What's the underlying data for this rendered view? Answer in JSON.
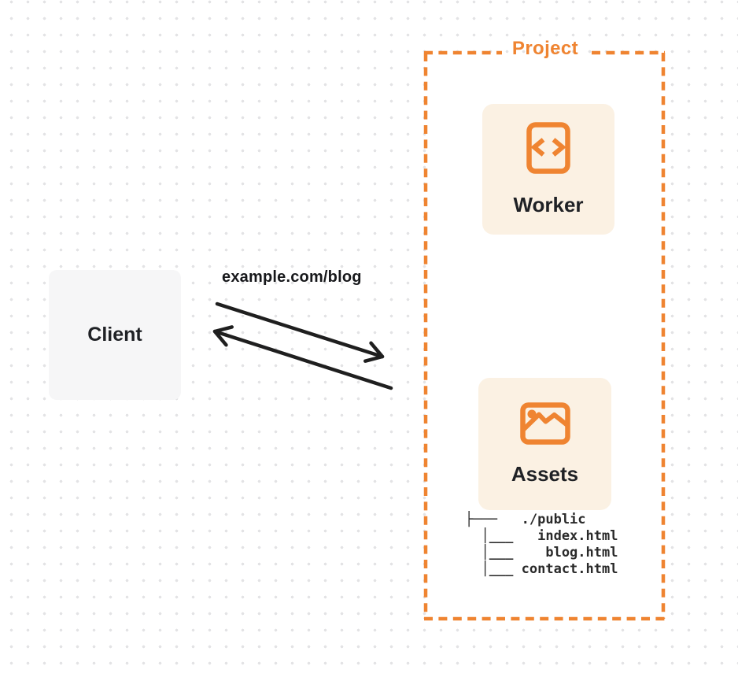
{
  "colors": {
    "accent": "#EF8431",
    "card_bg": "#FBF1E3",
    "client_bg": "#F6F6F7",
    "ink": "#1F2125",
    "arrow": "#1F1F1F",
    "tree": "#2A2A2A",
    "dot": "#E3E3E5"
  },
  "project": {
    "label": "Project"
  },
  "client": {
    "label": "Client"
  },
  "request": {
    "label": "example.com/blog"
  },
  "cards": {
    "worker": {
      "label": "Worker",
      "icon": "code-file-icon"
    },
    "assets": {
      "label": "Assets",
      "icon": "image-icon"
    }
  },
  "file_tree": {
    "lines": [
      "├───   ./public",
      "  │___   index.html",
      "  │___    blog.html",
      "  │___ contact.html"
    ]
  }
}
